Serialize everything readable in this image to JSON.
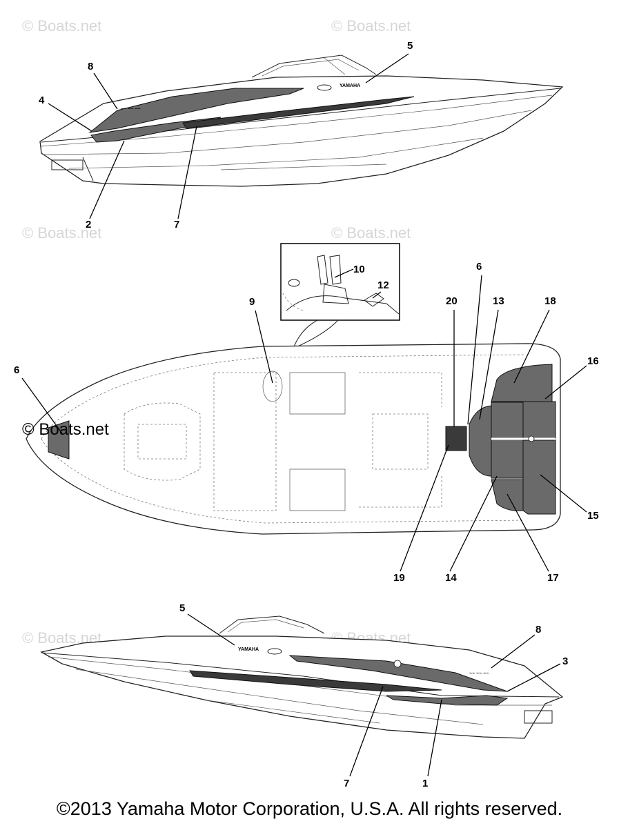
{
  "watermarks": {
    "text": "© Boats.net",
    "dark_text": "© Boats.net"
  },
  "brand_text": "YAMAHA",
  "callouts": {
    "c1": "1",
    "c2": "2",
    "c3": "3",
    "c4": "4",
    "c5": "5",
    "c6": "6",
    "c7": "7",
    "c8": "8",
    "c9": "9",
    "c10": "10",
    "c12": "12",
    "c13": "13",
    "c14": "14",
    "c15": "15",
    "c16": "16",
    "c17": "17",
    "c18": "18",
    "c19": "19",
    "c20": "20"
  },
  "footer": {
    "copyright": "©2013 Yamaha Motor Corporation, U.S.A. All rights reserved."
  }
}
